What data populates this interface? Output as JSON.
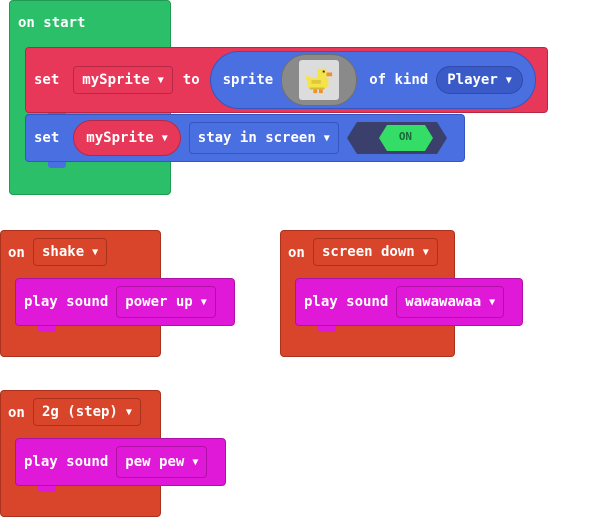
{
  "on_start": {
    "hat_label": "on start",
    "set_sprite": {
      "set_label": "set",
      "variable": "mySprite",
      "to_label": "to",
      "sprite_label": "sprite",
      "of_kind_label": "of kind",
      "kind": "Player"
    },
    "stay_in_screen": {
      "set_label": "set",
      "variable": "mySprite",
      "property": "stay in screen",
      "toggle_value": "ON"
    }
  },
  "on_shake": {
    "on_label": "on",
    "gesture": "shake",
    "play_label": "play sound",
    "sound": "power up"
  },
  "on_screen_down": {
    "on_label": "on",
    "gesture": "screen down",
    "play_label": "play sound",
    "sound": "wawawawaa"
  },
  "on_2g": {
    "on_label": "on",
    "gesture": "2g (step)",
    "play_label": "play sound",
    "sound": "pew pew"
  },
  "colors": {
    "loops_green": "#2bbf6a",
    "variables_red": "#e8385a",
    "sprites_blue": "#4a6fe0",
    "input_red": "#d9452a",
    "music_magenta": "#e019d8",
    "toggle_green": "#33dd66"
  },
  "icons": {
    "caret": "caret-down-icon",
    "sprite_image": "duck-sprite-icon"
  }
}
